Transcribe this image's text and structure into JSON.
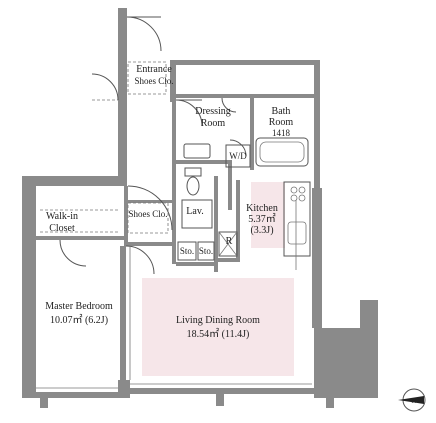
{
  "rooms": {
    "entrance": "Entrance",
    "shoes_clo_entrance": "Shoes Clo.",
    "dressing_room_line1": "Dressing",
    "dressing_room_line2": "Room",
    "bath_room_line1": "Bath",
    "bath_room_line2": "Room",
    "bath_size": "1418",
    "wd": "W/D",
    "lav": "Lav.",
    "shoes_clo_hall": "Shoes Clo.",
    "kitchen": "Kitchen",
    "kitchen_area": "5.37㎡",
    "kitchen_jo": "(3.3J)",
    "refrigerator": "R",
    "sto1": "Sto.",
    "sto2": "Sto.",
    "walkin_line1": "Walk-in",
    "walkin_line2": "Closet",
    "master_bedroom": "Master Bedroom",
    "master_bedroom_area": "10.07㎡ (6.2J)",
    "living_dining": "Living Dining Room",
    "living_dining_area": "18.54㎡ (11.4J)"
  },
  "compass": {
    "label": "N"
  },
  "colors": {
    "wall": "#8a8a8a",
    "kitchen_fill": "#f6e6e9",
    "living_fill": "#f6e6e9"
  }
}
